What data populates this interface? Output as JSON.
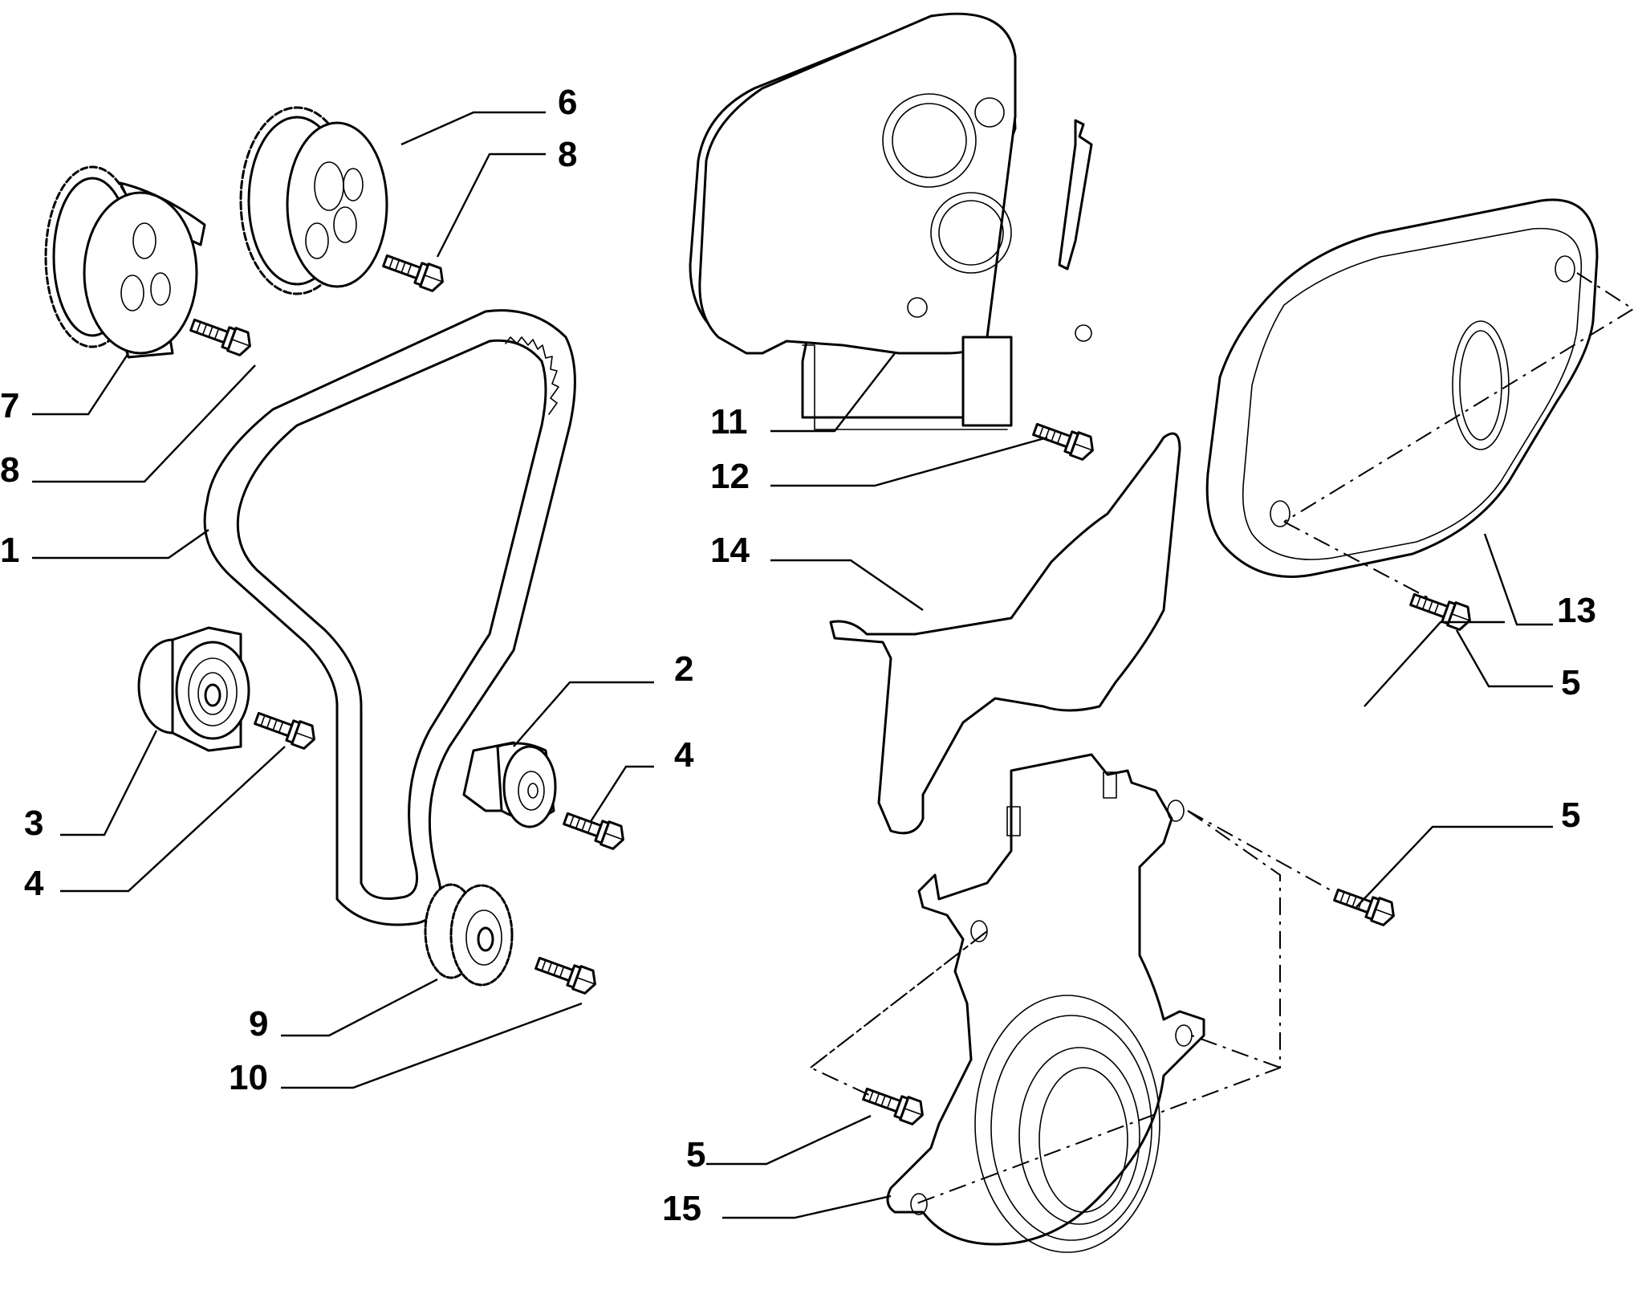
{
  "callouts": [
    {
      "id": "c1",
      "label": "1"
    },
    {
      "id": "c2",
      "label": "2"
    },
    {
      "id": "c3",
      "label": "3"
    },
    {
      "id": "c4a",
      "label": "4"
    },
    {
      "id": "c4b",
      "label": "4"
    },
    {
      "id": "c5a",
      "label": "5"
    },
    {
      "id": "c5b",
      "label": "5"
    },
    {
      "id": "c5c",
      "label": "5"
    },
    {
      "id": "c6",
      "label": "6"
    },
    {
      "id": "c7",
      "label": "7"
    },
    {
      "id": "c8a",
      "label": "8"
    },
    {
      "id": "c8b",
      "label": "8"
    },
    {
      "id": "c9",
      "label": "9"
    },
    {
      "id": "c10",
      "label": "10"
    },
    {
      "id": "c11",
      "label": "11"
    },
    {
      "id": "c12",
      "label": "12"
    },
    {
      "id": "c13",
      "label": "13"
    },
    {
      "id": "c14",
      "label": "14"
    },
    {
      "id": "c15",
      "label": "15"
    }
  ]
}
